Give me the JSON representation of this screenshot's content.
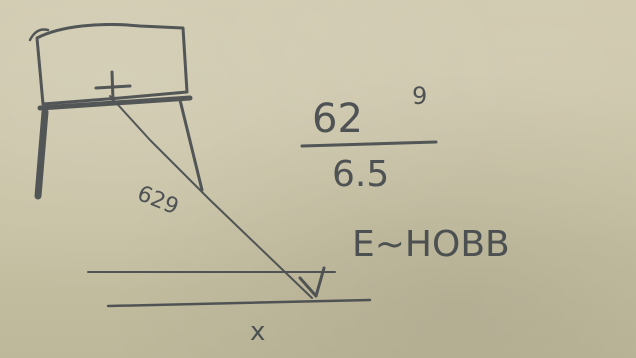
{
  "sketch": {
    "label_segment": "629",
    "fraction_numerator": "62",
    "numerator_superscript": "9",
    "fraction_denominator": "6.5",
    "side_note": "E~HOBB",
    "bottom_label": "x"
  },
  "colors": {
    "paper": "#c9c3a8",
    "pencil": "#3b4046"
  }
}
